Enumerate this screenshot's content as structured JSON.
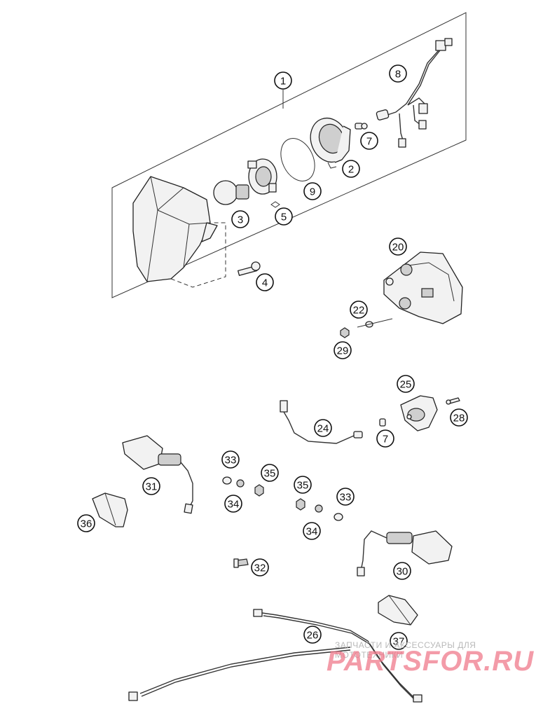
{
  "callouts": [
    "1",
    "2",
    "3",
    "4",
    "5",
    "7",
    "8",
    "9",
    "20",
    "22",
    "29",
    "24",
    "25",
    "28",
    "7",
    "31",
    "33",
    "35",
    "34",
    "36",
    "35",
    "33",
    "34",
    "30",
    "32",
    "26",
    "37"
  ],
  "watermark": {
    "top_text": "ЗАПЧАСТИ И АКСЕССУАРЫ ДЛЯ МОТОТЕХНИКИ",
    "logo_text": "PARTSFOR.RU"
  }
}
